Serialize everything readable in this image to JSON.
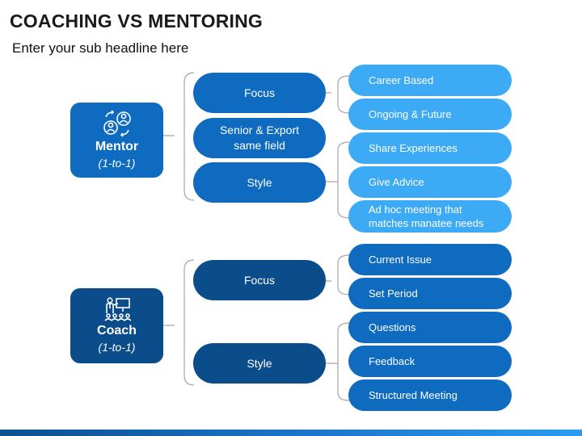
{
  "header": {
    "title": "COACHING VS MENTORING",
    "subtitle": "Enter your sub headline here"
  },
  "mentor": {
    "label": "Mentor",
    "sub": "(1-to-1)",
    "icon": "people-exchange-icon",
    "color": "#0e6bbf",
    "branches": {
      "focus": "Focus",
      "field": "Senior & Export same field",
      "style": "Style"
    },
    "focus_items": [
      "Career Based",
      "Ongoing & Future"
    ],
    "style_items": [
      "Share Experiences",
      "Give Advice",
      "Ad hoc meeting that matches manatee needs"
    ],
    "branch_color": "#0e6bbf",
    "leaf_color": "#3daaf5"
  },
  "coach": {
    "label": "Coach",
    "sub": "(1-to-1)",
    "icon": "presenter-audience-icon",
    "color": "#0b4d8a",
    "branches": {
      "focus": "Focus",
      "style": "Style"
    },
    "focus_items": [
      "Current Issue",
      "Set Period"
    ],
    "style_items": [
      "Questions",
      "Feedback",
      "Structured Meeting"
    ],
    "branch_color": "#0b4d8a",
    "leaf_color": "#0e6bbf"
  }
}
